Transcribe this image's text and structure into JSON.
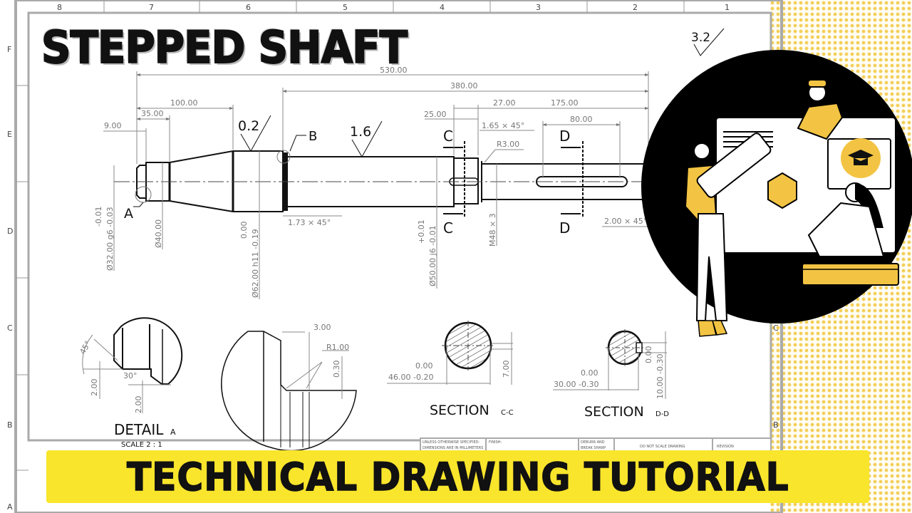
{
  "title": "STEPPED SHAFT",
  "banner": "TECHNICAL DRAWING TUTORIAL",
  "colors": {
    "banner": "#f9e52b",
    "accent_yellow": "#f3c443",
    "circle": "#000000"
  },
  "sheet": {
    "column_labels": [
      "8",
      "7",
      "6",
      "5",
      "4",
      "3",
      "2",
      "1"
    ],
    "row_labels": [
      "F",
      "E",
      "D",
      "C",
      "B",
      "A"
    ]
  },
  "dimensions": {
    "overall": "530.00",
    "d380": "380.00",
    "d100": "100.00",
    "d35": "35.00",
    "d9": "9.00",
    "d25": "25.00",
    "d27": "27.00",
    "d175": "175.00",
    "d80": "80.00",
    "chamfer_165": "1.65 × 45°",
    "fillet_r3": "R3.00",
    "chamfer_173": "1.73 × 45°",
    "chamfer_200": "2.00 × 45°",
    "dia32": "Ø32.00 g6 -0.03",
    "dia32_upper": "-0.01",
    "dia40": "Ø40.00",
    "dia62": "Ø62.00 h11 -0.19",
    "dia62_upper": "0.00",
    "dia50": "Ø50.00 j6 -0.01",
    "dia50_upper": "+0.01",
    "thread": "M48 × 3"
  },
  "surface_finish": [
    "0.2",
    "1.6",
    "3.2"
  ],
  "labels": {
    "a": "A",
    "b": "B",
    "c": "C",
    "d": "D"
  },
  "detail_a": {
    "angle45": "45°",
    "angle30": "30°",
    "len1": "2.00",
    "len2": "2.00",
    "title": "DETAIL",
    "letter": "A",
    "scale": "SCALE 2 : 1"
  },
  "detail_b": {
    "width": "3.00",
    "radius": "R1.00",
    "depth": "0.30"
  },
  "section_cc": {
    "upper": "0.00",
    "dia": "46.00 -0.20",
    "flat": "7.00",
    "title": "SECTION",
    "letter": "C-C"
  },
  "section_dd": {
    "upper": "0.00",
    "dia": "30.00 -0.30",
    "key_upper": "0.00",
    "key": "10.00 -0.30",
    "title": "SECTION",
    "letter": "D-D"
  },
  "title_block": {
    "tolerance_note": "UNLESS OTHERWISE SPECIFIED:",
    "units_note": "DIMENSIONS ARE IN MILLIMETERS",
    "finish": "FINISH:",
    "deburr": "DEBURR AND",
    "break_sharp": "BREAK SHARP",
    "do_not_scale": "DO NOT SCALE DRAWING",
    "revision": "REVISION"
  }
}
